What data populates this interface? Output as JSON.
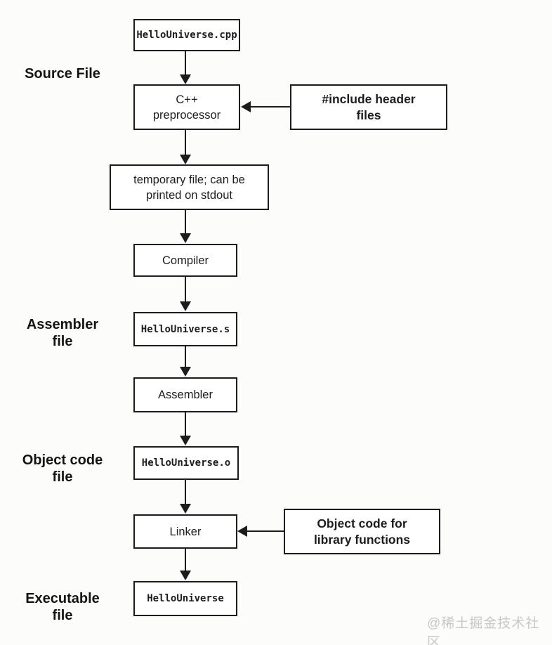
{
  "diagram": {
    "title_hint": "C++ build pipeline flowchart",
    "nodes": {
      "source_file": {
        "text": "HelloUniverse.cpp"
      },
      "preprocessor": {
        "text": "C++\npreprocessor"
      },
      "include_headers": {
        "text": "#include header\nfiles"
      },
      "temp_file": {
        "text": "temporary file; can be\nprinted on stdout"
      },
      "compiler": {
        "text": "Compiler"
      },
      "assembly_file": {
        "text": "HelloUniverse.s"
      },
      "assembler": {
        "text": "Assembler"
      },
      "object_file": {
        "text": "HelloUniverse.o"
      },
      "linker": {
        "text": "Linker"
      },
      "library_objects": {
        "text": "Object code for\nlibrary functions"
      },
      "executable": {
        "text": "HelloUniverse"
      }
    },
    "stage_labels": {
      "source": {
        "text": "Source File"
      },
      "assembler": {
        "text": "Assembler\nfile"
      },
      "object_code": {
        "text": "Object code\nfile"
      },
      "executable": {
        "text": "Executable\nfile"
      }
    },
    "edges": [
      {
        "from": "HelloUniverse.cpp",
        "to": "C++ preprocessor"
      },
      {
        "from": "#include header files",
        "to": "C++ preprocessor"
      },
      {
        "from": "C++ preprocessor",
        "to": "temporary file; can be printed on stdout"
      },
      {
        "from": "temporary file; can be printed on stdout",
        "to": "Compiler"
      },
      {
        "from": "Compiler",
        "to": "HelloUniverse.s"
      },
      {
        "from": "HelloUniverse.s",
        "to": "Assembler"
      },
      {
        "from": "Assembler",
        "to": "HelloUniverse.o"
      },
      {
        "from": "HelloUniverse.o",
        "to": "Linker"
      },
      {
        "from": "Object code for library functions",
        "to": "Linker"
      },
      {
        "from": "Linker",
        "to": "HelloUniverse"
      }
    ],
    "watermark": "@稀土掘金技术社区",
    "colors": {
      "line": "#1c1c1c",
      "box_fill": "#ffffff",
      "background": "#fcfcfb",
      "watermark": "#c8c8c8"
    }
  }
}
